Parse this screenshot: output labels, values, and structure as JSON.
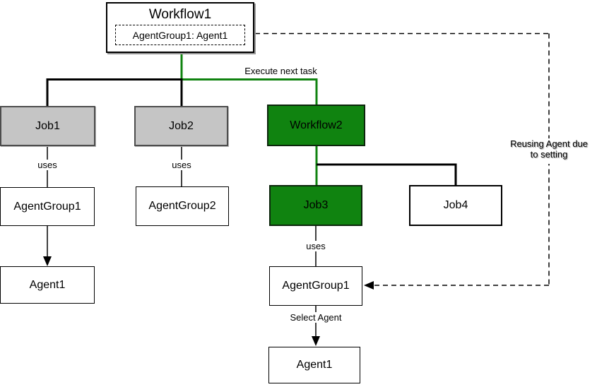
{
  "diagram": {
    "nodes": {
      "workflow1": {
        "label": "Workflow1",
        "sub_label": "AgentGroup1: Agent1"
      },
      "job1": {
        "label": "Job1"
      },
      "job2": {
        "label": "Job2"
      },
      "workflow2": {
        "label": "Workflow2"
      },
      "job3": {
        "label": "Job3"
      },
      "job4": {
        "label": "Job4"
      },
      "agentgroup1_left": {
        "label": "AgentGroup1"
      },
      "agentgroup2": {
        "label": "AgentGroup2"
      },
      "agent1_left": {
        "label": "Agent1"
      },
      "agentgroup1_mid": {
        "label": "AgentGroup1"
      },
      "agent1_mid": {
        "label": "Agent1"
      }
    },
    "edge_labels": {
      "execute_next_task": "Execute next task",
      "job1_uses": "uses",
      "job2_uses": "uses",
      "job3_uses": "uses",
      "select_agent": "Select Agent",
      "reusing_agent": "Reusing Agent due to setting"
    },
    "colors": {
      "highlight_green": "#108310",
      "job_gray": "#c5c5c5",
      "line_black": "#000000",
      "workflow1_shadow": "#999999"
    }
  }
}
